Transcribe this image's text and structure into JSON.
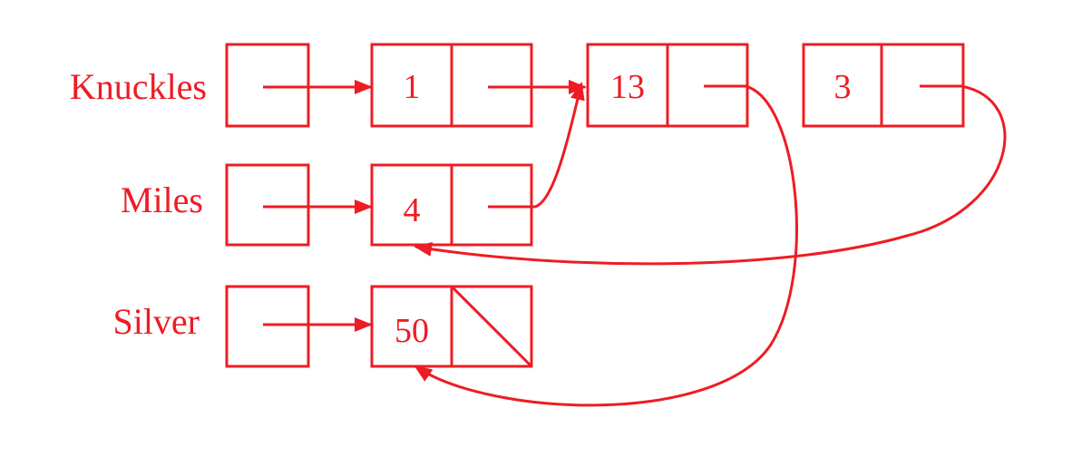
{
  "diagram": {
    "color": "#ee1c24",
    "variables": [
      {
        "id": "knuckles",
        "label": "Knuckles",
        "points_to": "node-1"
      },
      {
        "id": "miles",
        "label": "Miles",
        "points_to": "node-4"
      },
      {
        "id": "silver",
        "label": "Silver",
        "points_to": "node-50"
      }
    ],
    "nodes": [
      {
        "id": "node-1",
        "value": "1",
        "next": "node-13"
      },
      {
        "id": "node-13",
        "value": "13",
        "next": "node-50"
      },
      {
        "id": "node-3",
        "value": "3",
        "next": "node-4"
      },
      {
        "id": "node-4",
        "value": "4",
        "next": "node-13"
      },
      {
        "id": "node-50",
        "value": "50",
        "next": null
      }
    ]
  }
}
